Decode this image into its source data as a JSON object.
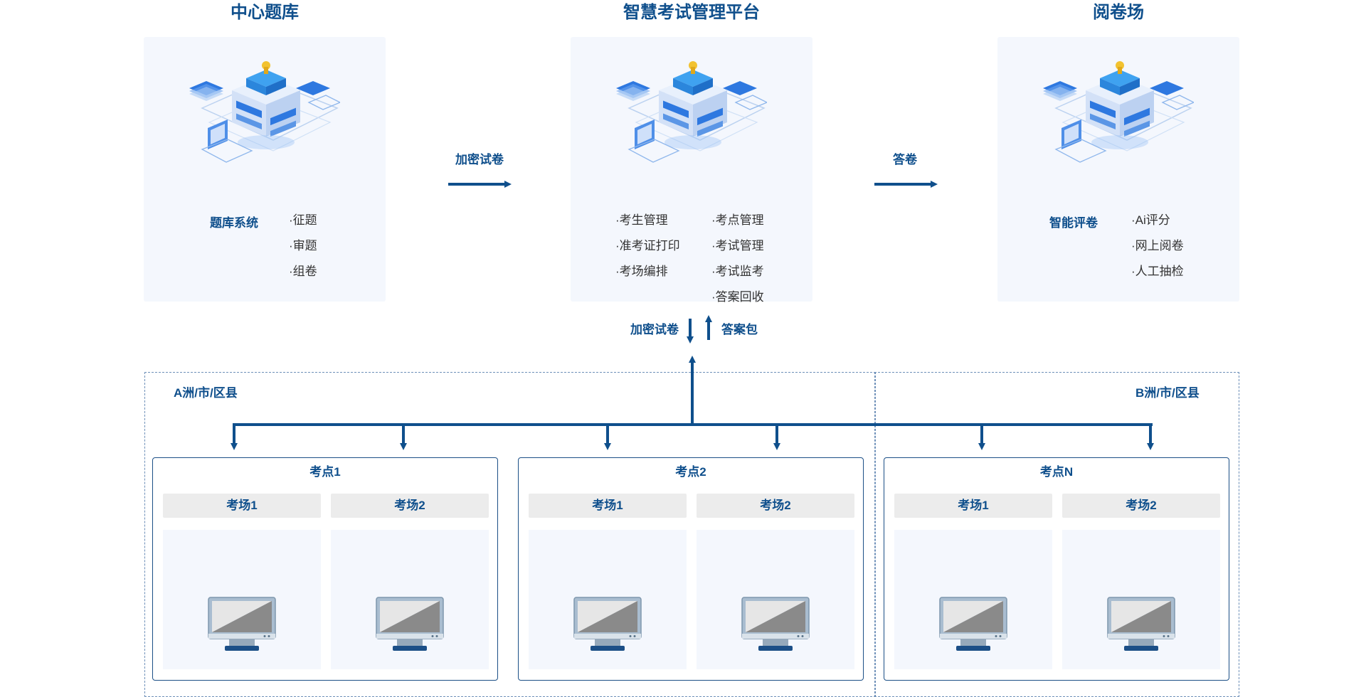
{
  "columns": [
    {
      "title": "中心题库",
      "system": "题库系统",
      "items": [
        "·征题",
        "·审题",
        "·组卷"
      ]
    },
    {
      "title": "智慧考试管理平台",
      "items_left": [
        "·考生管理",
        "·准考证打印",
        "·考场编排"
      ],
      "items_right": [
        "·考点管理",
        "·考试管理",
        "·考试监考",
        "·答案回收"
      ]
    },
    {
      "title": "阅卷场",
      "system": "智能评卷",
      "items": [
        "·Ai评分",
        "·网上阅卷",
        "·人工抽检"
      ]
    }
  ],
  "flows": {
    "to_platform": "加密试卷",
    "to_marking": "答卷",
    "down": "加密试卷",
    "up": "答案包"
  },
  "regions": [
    "A洲/市/区县",
    "B洲/市/区县"
  ],
  "sites": [
    {
      "title": "考点1",
      "rooms": [
        "考场1",
        "考场2"
      ]
    },
    {
      "title": "考点2",
      "rooms": [
        "考场1",
        "考场2"
      ]
    },
    {
      "title": "考点N",
      "rooms": [
        "考场1",
        "考场2"
      ]
    }
  ],
  "colors": {
    "primary": "#0f4f8c",
    "panel_bg": "#f4f7fd",
    "tab_bg": "#ececec",
    "border": "#1b4f86"
  },
  "icons": {
    "server": "server-stack-illustration",
    "monitor": "computer-monitor-icon"
  }
}
